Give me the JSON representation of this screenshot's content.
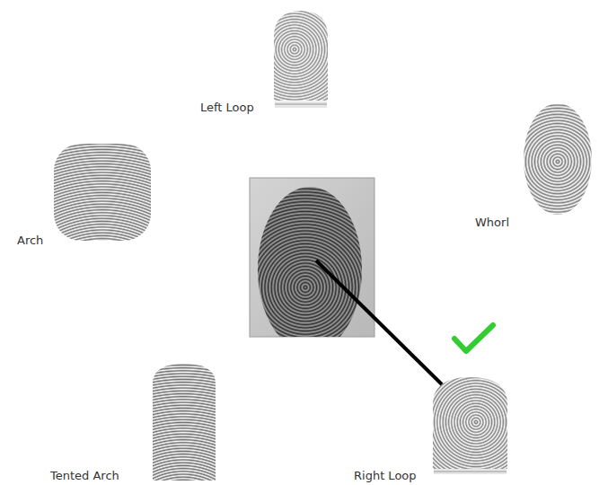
{
  "diagram": {
    "nodes": [
      {
        "text": [
          "Left Loop"
        ]
      },
      {
        "text": [
          "Whorl"
        ]
      },
      {
        "text": [
          "Arch"
        ]
      },
      {
        "text": [
          "Tented Arch"
        ]
      },
      {
        "text": [
          "Right Loop"
        ]
      }
    ]
  }
}
